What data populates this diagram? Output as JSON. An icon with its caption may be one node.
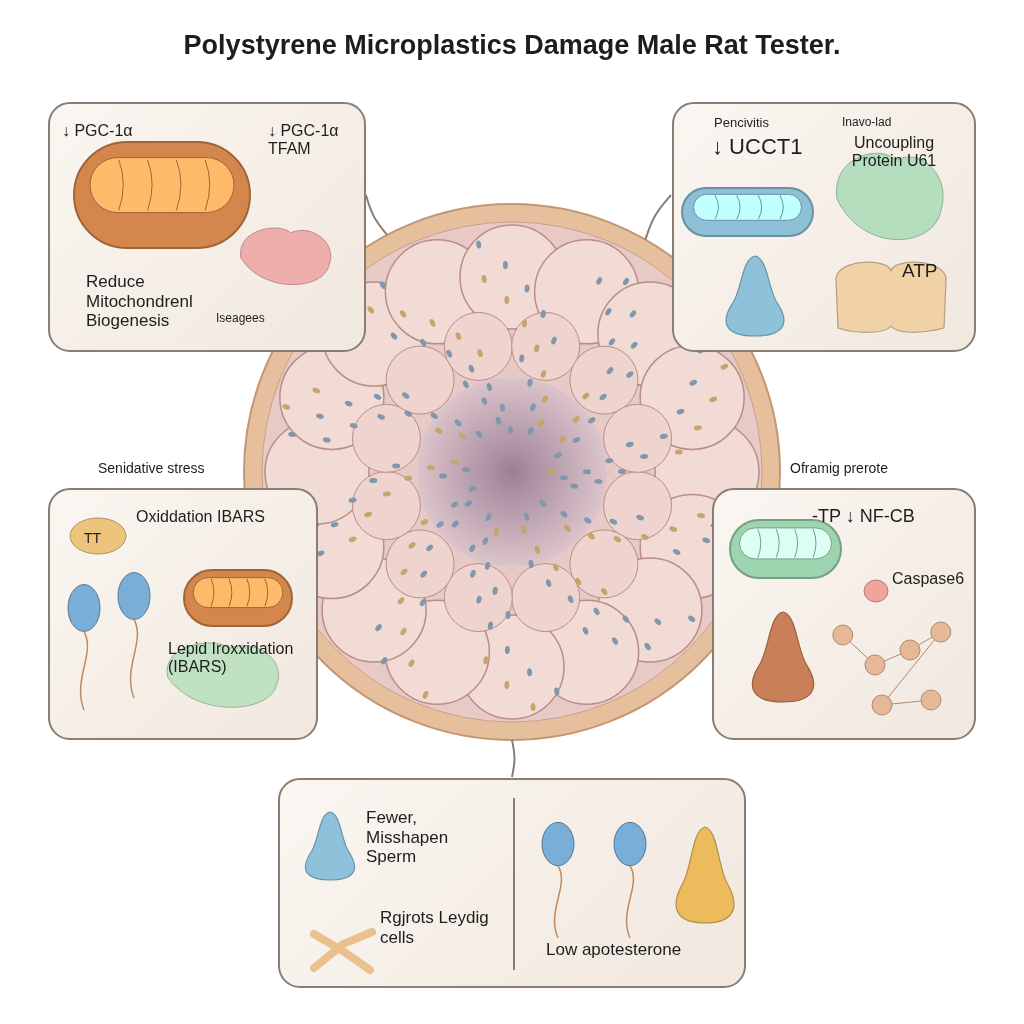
{
  "diagram": {
    "title": "Polystyrene Microplastics Damage Male Rat Tester.",
    "nodes": [
      {
        "text": [],
        "shape": "picture"
      },
      {
        "text": [
          "↓ PGC-1α",
          "↓ PGC-1α TFAM",
          "Reduce Mitochondrenl Biogenesis",
          "Iseagees"
        ]
      },
      {
        "text": [
          "Pencivitis",
          "↓ UCCT1",
          "Inavo-lad",
          "Uncoupling Protein U61",
          "ATP"
        ]
      },
      {
        "text": [
          "Senidative stress",
          "TT",
          "Oxiddation IBARS",
          "Lepid Iroxxidation (IBARS)"
        ]
      },
      {
        "text": [
          "Oframig prerote",
          "-TP ↓ NF-CB",
          "Caspase6"
        ]
      },
      {
        "text": [
          "Fewer, Misshapen Sperm",
          "Rgjrots Leydig cells",
          "Low apotesterone"
        ]
      }
    ],
    "edges": [
      {
        "from": 0,
        "to": 1,
        "arrow": "none"
      },
      {
        "from": 0,
        "to": 2,
        "arrow": "none"
      },
      {
        "from": 0,
        "to": 3,
        "arrow": "none"
      },
      {
        "from": 0,
        "to": 4,
        "arrow": "none"
      },
      {
        "from": 0,
        "to": 5,
        "arrow": "none"
      }
    ]
  }
}
